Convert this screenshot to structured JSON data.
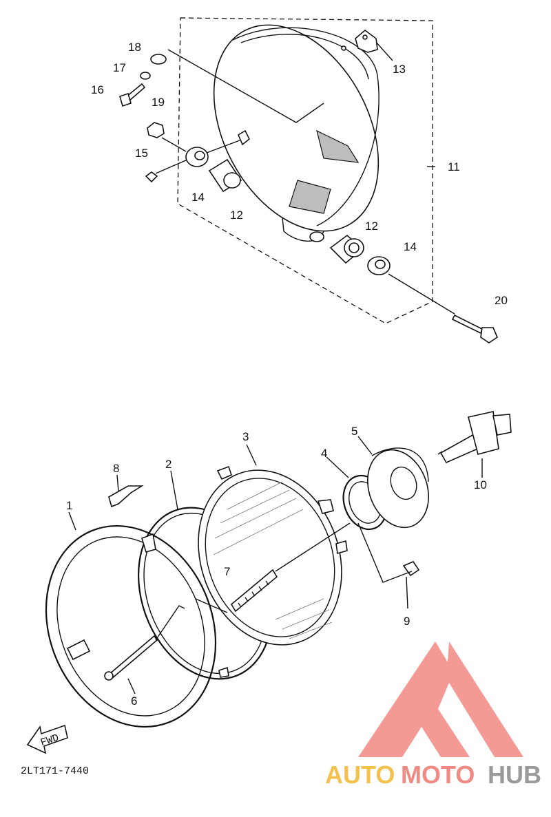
{
  "title_code": "2LT171-7440",
  "fwd_label": "FWD",
  "callouts": [
    "1",
    "2",
    "3",
    "4",
    "5",
    "6",
    "7",
    "8",
    "9",
    "10",
    "11",
    "12",
    "12",
    "13",
    "14",
    "14",
    "15",
    "16",
    "17",
    "18",
    "19",
    "20"
  ],
  "watermark": {
    "part1": "AUTO",
    "part2": "MOTO",
    "part3": "HUB",
    "color1": "#f2c14e",
    "color2": "#f08a84",
    "color3": "#9a9a9a",
    "logo_color": "#f39a95"
  }
}
